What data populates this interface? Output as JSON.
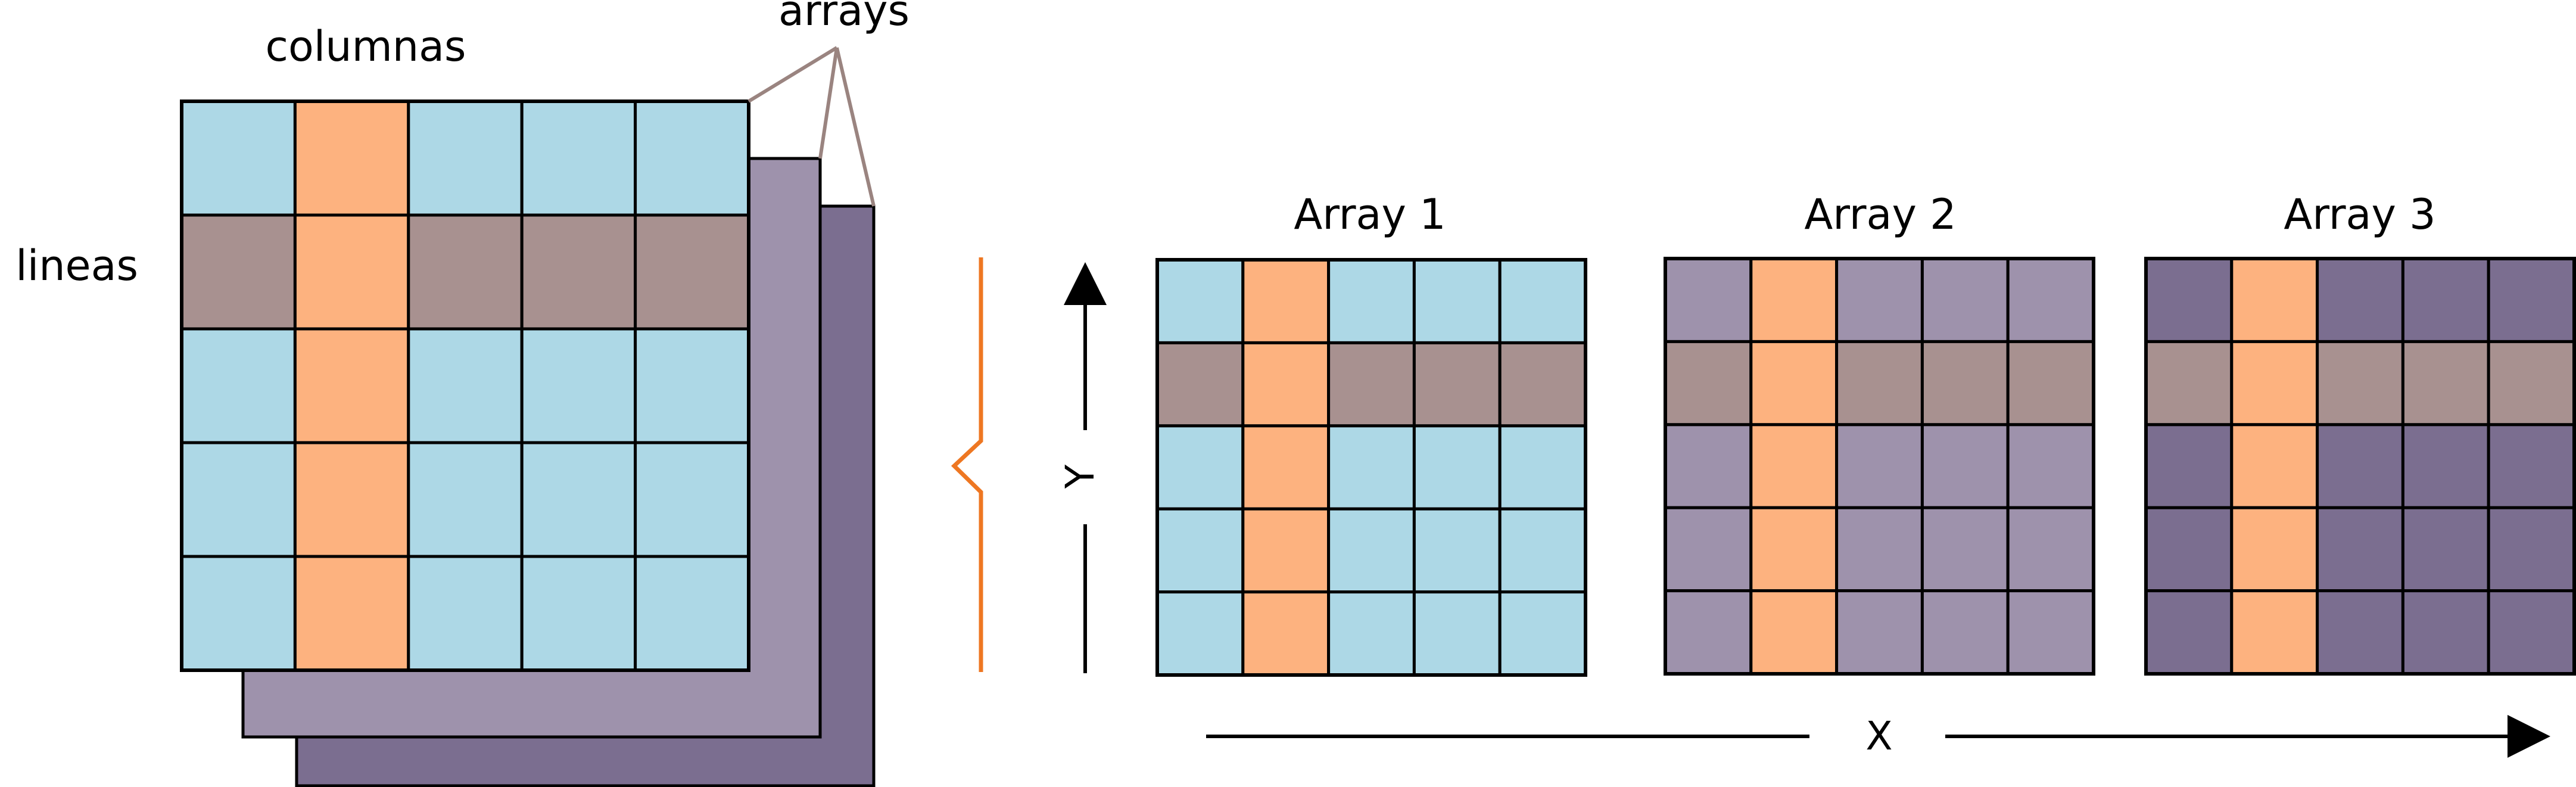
{
  "labels": {
    "columns": "columnas",
    "arrays": "arrays",
    "lines": "lineas",
    "axis_x": "X",
    "axis_y": "Y"
  },
  "colors": {
    "cell_blue": "#add8e6",
    "cell_orange": "#fdb27f",
    "cell_brown": "#a89190",
    "layer_light_purple": "#9e92ac",
    "layer_dark_purple": "#7b6e90",
    "brace": "#ee7722",
    "leader_line": "#9a8480",
    "grid_line": "#000000"
  },
  "grid": {
    "rows": 5,
    "cols": 5,
    "highlight_row": 1,
    "highlight_col": 1
  },
  "arrays": [
    {
      "title": "Array 1",
      "base_color_key": "cell_blue"
    },
    {
      "title": "Array 2",
      "base_color_key": "layer_light_purple"
    },
    {
      "title": "Array 3",
      "base_color_key": "layer_dark_purple"
    }
  ]
}
